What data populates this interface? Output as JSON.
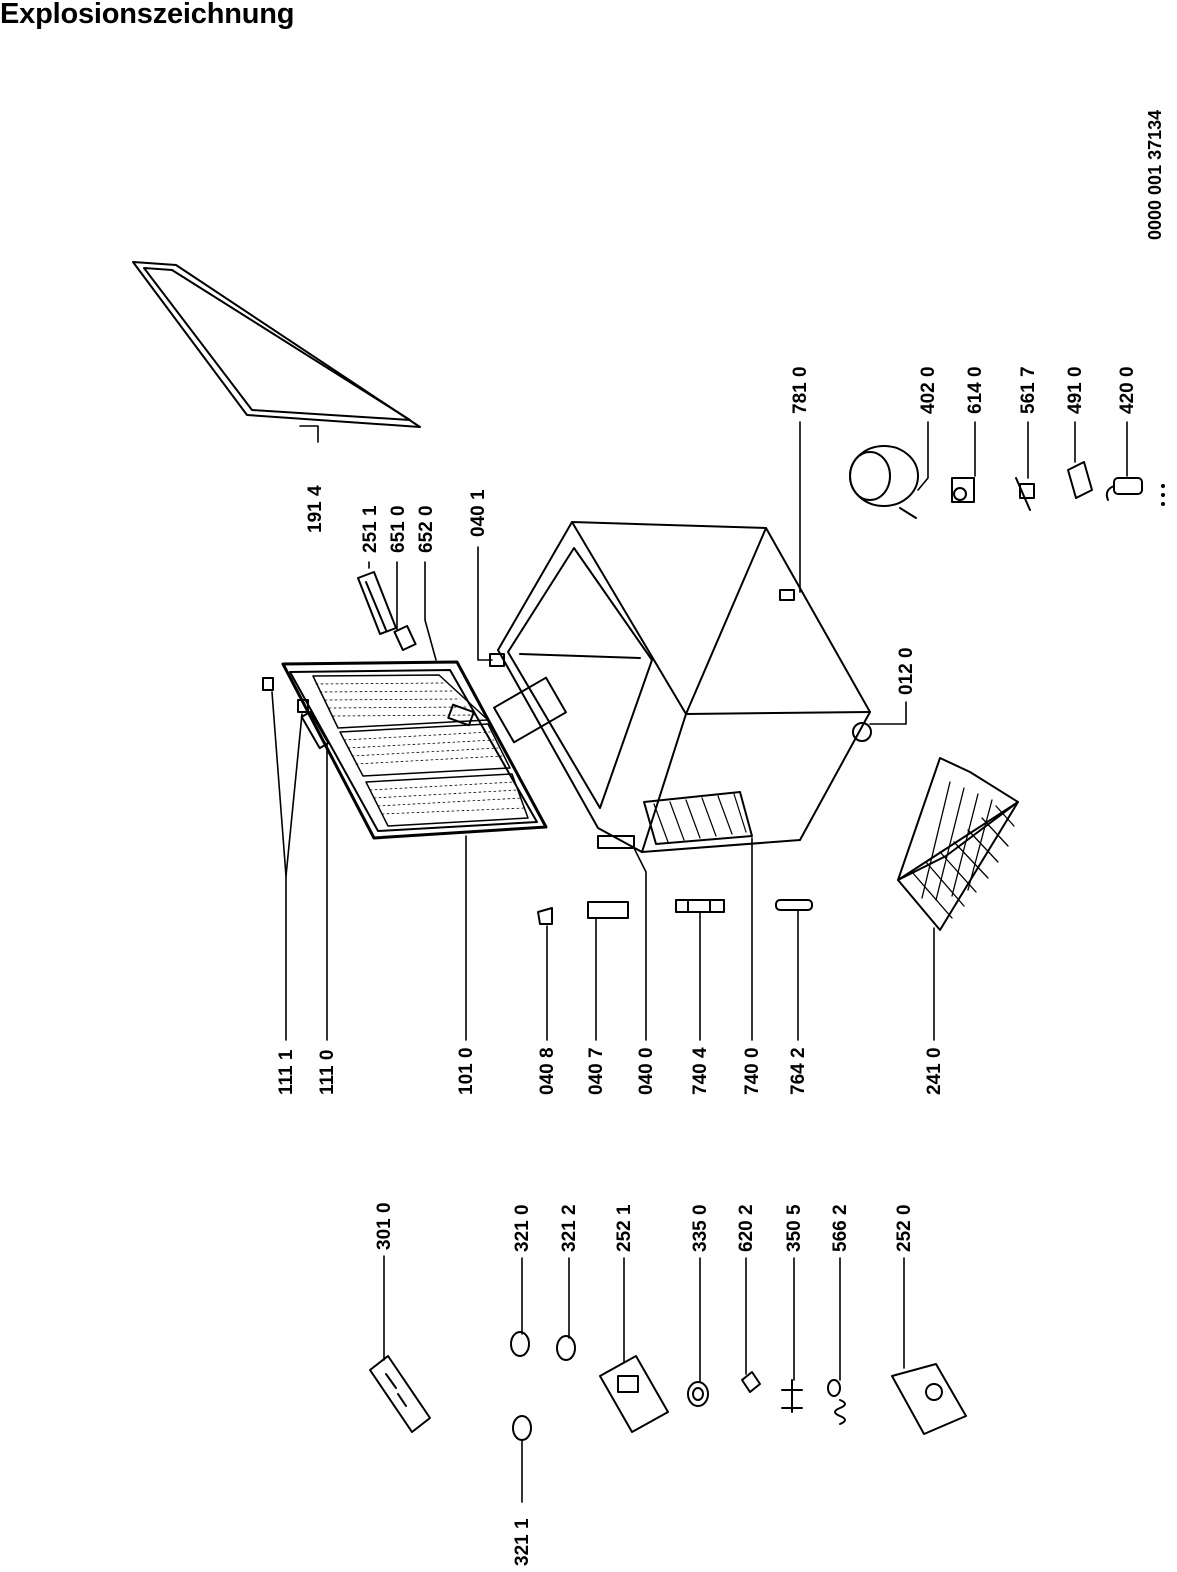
{
  "title": "Explosionszeichnung",
  "document_number": "0000 001 37134",
  "parts": {
    "p1914": "191 4",
    "p2511": "251 1",
    "p6510": "651 0",
    "p6520": "652 0",
    "p0401": "040 1",
    "p7810": "781 0",
    "p4020": "402 0",
    "p6140": "614 0",
    "p5617": "561 7",
    "p4910": "491 0",
    "p4200": "420 0",
    "p0120": "012 0",
    "p1111": "111 1",
    "p1110": "111 0",
    "p1010": "101 0",
    "p0408": "040 8",
    "p0407": "040 7",
    "p0400": "040 0",
    "p7404": "740 4",
    "p7400": "740 0",
    "p7642": "764 2",
    "p2410": "241 0",
    "p3010": "301 0",
    "p3210": "321 0",
    "p3212": "321 2",
    "p2521": "252 1",
    "p3350": "335 0",
    "p6202": "620 2",
    "p3505": "350 5",
    "p5662": "566 2",
    "p2520": "252 0",
    "p3211": "321 1"
  }
}
